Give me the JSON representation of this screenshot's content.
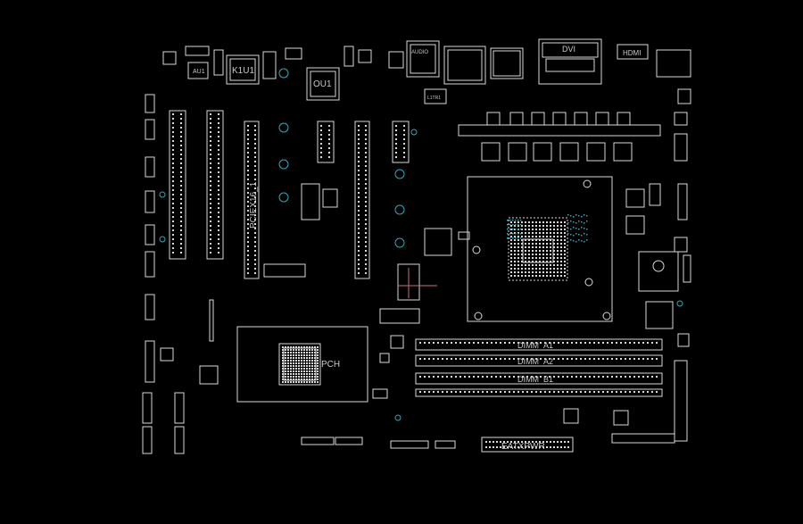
{
  "viewer": {
    "background": "#000000",
    "trace_color": "#d9d9d9",
    "accent_color": "#2fa7b8",
    "marker_color": "#c8707a"
  },
  "labels": {
    "k1u1": "K1U1",
    "au1": "AU1",
    "ou1": "OU1",
    "hdmi": "HDMI",
    "dvi": "DVI",
    "audio": "AUDIO",
    "l1tr1": "L1TR1",
    "pciex16": "PCIEX16_1",
    "pch": "PCH",
    "eatxpwr": "EATXPWR",
    "dimm_a1": "DIMM_A1",
    "dimm_a2": "DIMM_A2",
    "dimm_b1": "DIMM_B1"
  }
}
